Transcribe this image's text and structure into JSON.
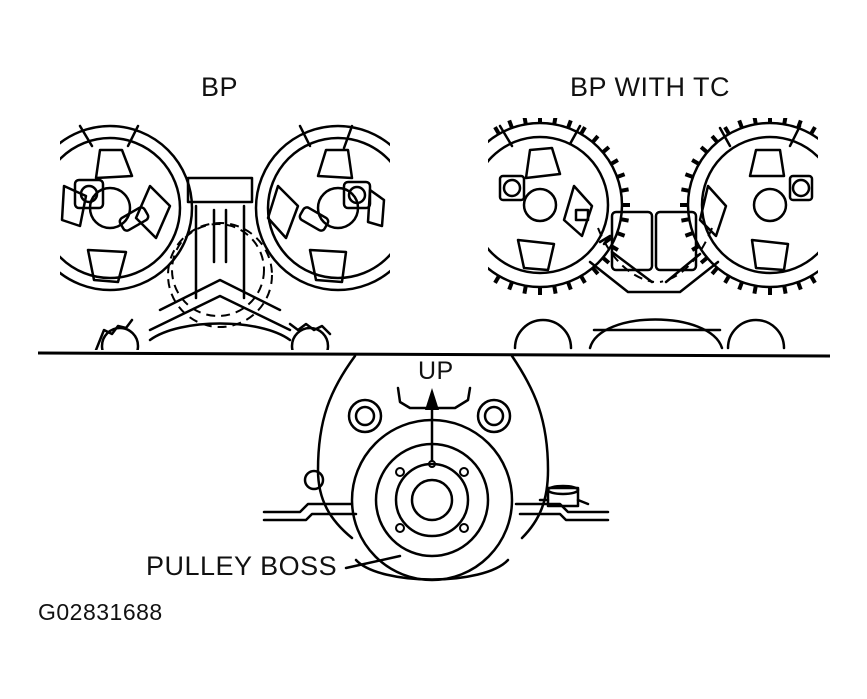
{
  "labels": {
    "bp": "BP",
    "bp_with_tc": "BP WITH TC",
    "up": "UP",
    "pulley_boss": "PULLEY BOSS",
    "figure_id": "G02831688"
  }
}
